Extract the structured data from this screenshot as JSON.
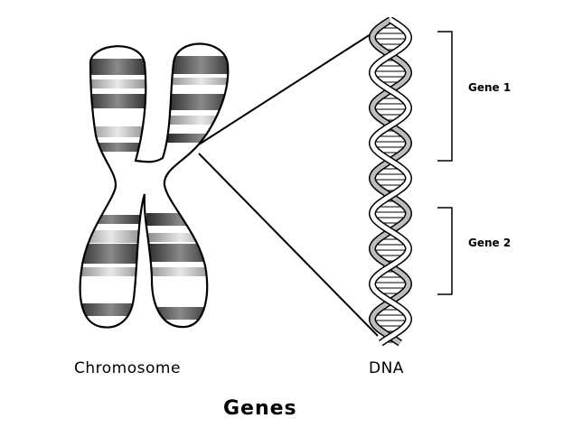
{
  "title": "Genes",
  "labels": {
    "chromosome": "Chromosome",
    "dna": "DNA",
    "gene1": "Gene 1",
    "gene2": "Gene 2"
  },
  "colors": {
    "ink": "#000000",
    "band_dark": "#4a4a4a",
    "band_mid": "#9a9a9a",
    "band_light": "#d8d8d8",
    "background": "#ffffff"
  }
}
